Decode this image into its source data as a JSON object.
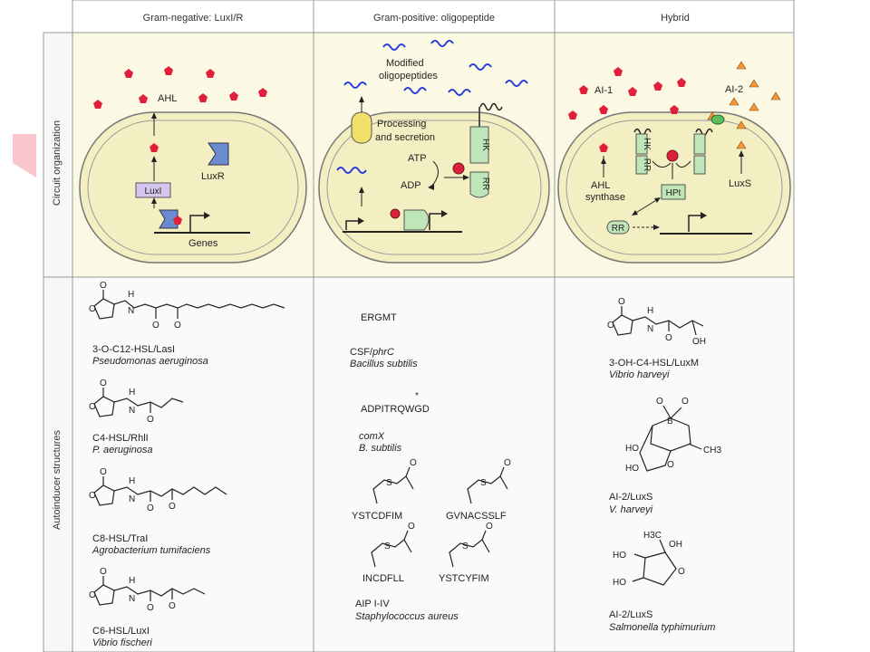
{
  "headers": {
    "gram_negative": "Gram-negative: LuxI/R",
    "gram_positive": "Gram-positive: oligopeptide",
    "hybrid": "Hybrid"
  },
  "row_labels": {
    "circuit": "Circuit organization",
    "structures": "Autoinducer structures"
  },
  "gram_negative_cell": {
    "ahl": "AHL",
    "luxr": "LuxR",
    "luxi": "LuxI",
    "genes": "Genes"
  },
  "gram_positive_cell": {
    "modified": "Modified",
    "oligopeptides": "oligopeptides",
    "processing": "Processing",
    "secretion": "and secretion",
    "atp": "ATP",
    "adp": "ADP",
    "hk": "HK",
    "rr": "RR"
  },
  "hybrid_cell": {
    "ai1": "AI-1",
    "ai2": "AI-2",
    "ahl": "AHL",
    "synthase": "synthase",
    "luxs": "LuxS",
    "hpt": "HPt",
    "rr": "RR",
    "hk": "HK",
    "rr_small": "RR"
  },
  "structures_left": [
    {
      "name": "3-O-C12-HSL/LasI",
      "organism": "Pseudomonas aeruginosa"
    },
    {
      "name": "C4-HSL/RhlI",
      "organism": "P. aeruginosa"
    },
    {
      "name": "C8-HSL/TraI",
      "organism": "Agrobacterium tumifaciens"
    },
    {
      "name": "C6-HSL/LuxI",
      "organism": "Vibrio fischeri"
    }
  ],
  "structures_middle": {
    "ergmt": "ERGMT",
    "csf": "CSF/",
    "phrc": "phrC",
    "bacillus": "Bacillus subtilis",
    "adpitrqwgd": "ADPITRQWGD",
    "star": "*",
    "comx": "comX",
    "bsub": "B. subtilis",
    "peptides": [
      "YSTCDFIM",
      "GVNACSSLF",
      "INCDFLL",
      "YSTCYFIM"
    ],
    "aip": "AIP I-IV",
    "staph": "Staphylococcus aureus"
  },
  "structures_right": [
    {
      "name": "3-OH-C4-HSL/LuxM",
      "organism": "Vibrio harveyi"
    },
    {
      "name": "AI-2/LuxS",
      "organism": "V. harveyi"
    },
    {
      "name": "AI-2/LuxS",
      "organism": "Salmonella typhimurium"
    }
  ],
  "chem": {
    "o": "O",
    "h": "H",
    "n": "N",
    "oh": "OH",
    "s": "S",
    "b": "B",
    "ch3": "CH3",
    "h3c": "H3C",
    "ho": "HO"
  },
  "colors": {
    "panel_fill": "#fbf9e4",
    "cell_fill": "#f4efc2",
    "red_pentagon": "#e01f3a",
    "orange_triangle": "#f09838",
    "blue_peptide": "#2a3bd8",
    "luxi_box": "#d5c6ee",
    "luxr_blue": "#6a8ad2",
    "green_protein": "#bfe6b8",
    "yellow_capsule": "#f1e06a"
  }
}
